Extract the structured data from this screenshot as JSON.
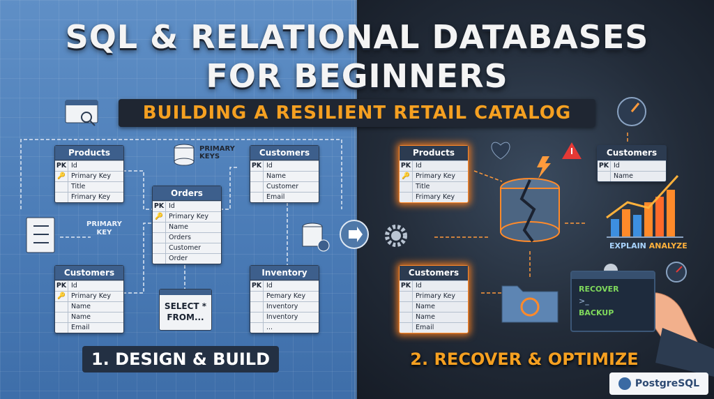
{
  "title": {
    "line1": "SQL & RELATIONAL DATABASES",
    "line2": "FOR BEGINNERS"
  },
  "subtitle": "BUILDING A RESILIENT RETAIL CATALOG",
  "left": {
    "products": {
      "title": "Products",
      "rows": [
        {
          "k": "PK",
          "v": "Id"
        },
        {
          "k": "🔑",
          "v": "Primary Key"
        },
        {
          "k": "",
          "v": "Title"
        },
        {
          "k": "",
          "v": "Frimary Key"
        }
      ]
    },
    "customers_top": {
      "title": "Customers",
      "rows": [
        {
          "k": "PK",
          "v": "Id"
        },
        {
          "k": "",
          "v": "Name"
        },
        {
          "k": "",
          "v": "Customer"
        },
        {
          "k": "",
          "v": "Email"
        }
      ]
    },
    "orders": {
      "title": "Orders",
      "rows": [
        {
          "k": "PK",
          "v": "Id"
        },
        {
          "k": "🔑",
          "v": "Primary Key"
        },
        {
          "k": "",
          "v": "Name"
        },
        {
          "k": "",
          "v": "Orders"
        },
        {
          "k": "",
          "v": "Customer"
        },
        {
          "k": "",
          "v": "Order"
        }
      ]
    },
    "customers_bottom": {
      "title": "Customers",
      "rows": [
        {
          "k": "PK",
          "v": "Id"
        },
        {
          "k": "🔑",
          "v": "Primary Key"
        },
        {
          "k": "",
          "v": "Name"
        },
        {
          "k": "",
          "v": "Name"
        },
        {
          "k": "",
          "v": "Email"
        }
      ]
    },
    "inventory": {
      "title": "Inventory",
      "rows": [
        {
          "k": "PK",
          "v": "Id"
        },
        {
          "k": "",
          "v": "Pemary Key"
        },
        {
          "k": "",
          "v": "Inventory"
        },
        {
          "k": "",
          "v": "Inventory"
        },
        {
          "k": "",
          "v": "..."
        }
      ]
    },
    "label_primary_keys_top": "PRIMARY\nKEYS",
    "label_primary_key_mid": "PRIMARY\nKEY",
    "select_text": "SELECT *\nFROM...",
    "section_label": "1. DESIGN & BUILD"
  },
  "right": {
    "products": {
      "title": "Products",
      "rows": [
        {
          "k": "PK",
          "v": "Id"
        },
        {
          "k": "🔑",
          "v": "Primary Key"
        },
        {
          "k": "",
          "v": "Title"
        },
        {
          "k": "",
          "v": "Frimary Key"
        }
      ]
    },
    "customers_top": {
      "title": "Customers",
      "rows": [
        {
          "k": "PK",
          "v": "Id"
        },
        {
          "k": "",
          "v": "Name"
        }
      ]
    },
    "customers_bottom": {
      "title": "Customers",
      "rows": [
        {
          "k": "PK",
          "v": "Id"
        },
        {
          "k": "",
          "v": "Primary Key"
        },
        {
          "k": "",
          "v": "Name"
        },
        {
          "k": "",
          "v": "Name"
        },
        {
          "k": "",
          "v": "Email"
        }
      ]
    },
    "explain_a": "EXPLAIN",
    "explain_b": "ANALYZE",
    "terminal_line1": "RECOVER",
    "terminal_line2": "BACKUP",
    "section_label": "2. RECOVER & OPTIMIZE"
  },
  "brand": "PostgreSQL",
  "colors": {
    "accent_orange": "#f5a021",
    "left_bg": "#4a7bb6",
    "right_bg": "#222b38"
  }
}
